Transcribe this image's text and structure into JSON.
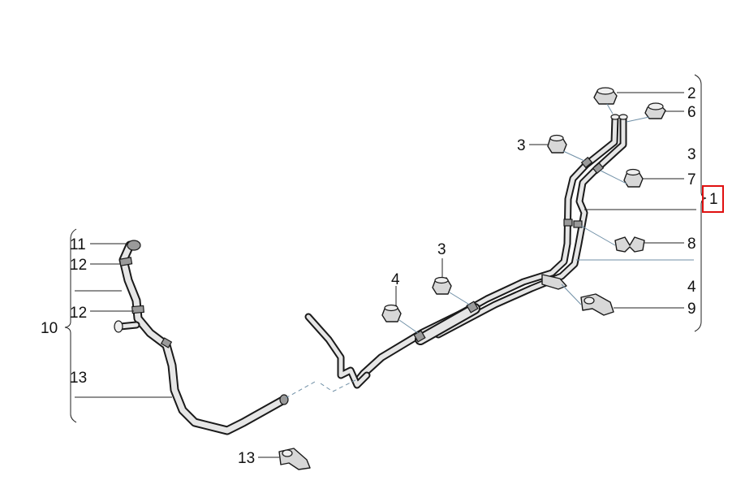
{
  "diagram": {
    "callouts": [
      {
        "id": "2",
        "label": "2"
      },
      {
        "id": "6",
        "label": "6"
      },
      {
        "id": "3a",
        "label": "3"
      },
      {
        "id": "3b",
        "label": "3"
      },
      {
        "id": "7",
        "label": "7"
      },
      {
        "id": "1",
        "label": "1"
      },
      {
        "id": "8",
        "label": "8"
      },
      {
        "id": "4a",
        "label": "4"
      },
      {
        "id": "9",
        "label": "9"
      },
      {
        "id": "3c",
        "label": "3"
      },
      {
        "id": "4b",
        "label": "4"
      },
      {
        "id": "11",
        "label": "11"
      },
      {
        "id": "12a",
        "label": "12"
      },
      {
        "id": "12b",
        "label": "12"
      },
      {
        "id": "10",
        "label": "10"
      },
      {
        "id": "13a",
        "label": "13"
      },
      {
        "id": "13b",
        "label": "13"
      }
    ],
    "highlighted_callout": "1",
    "highlight_color": "#e01010"
  }
}
